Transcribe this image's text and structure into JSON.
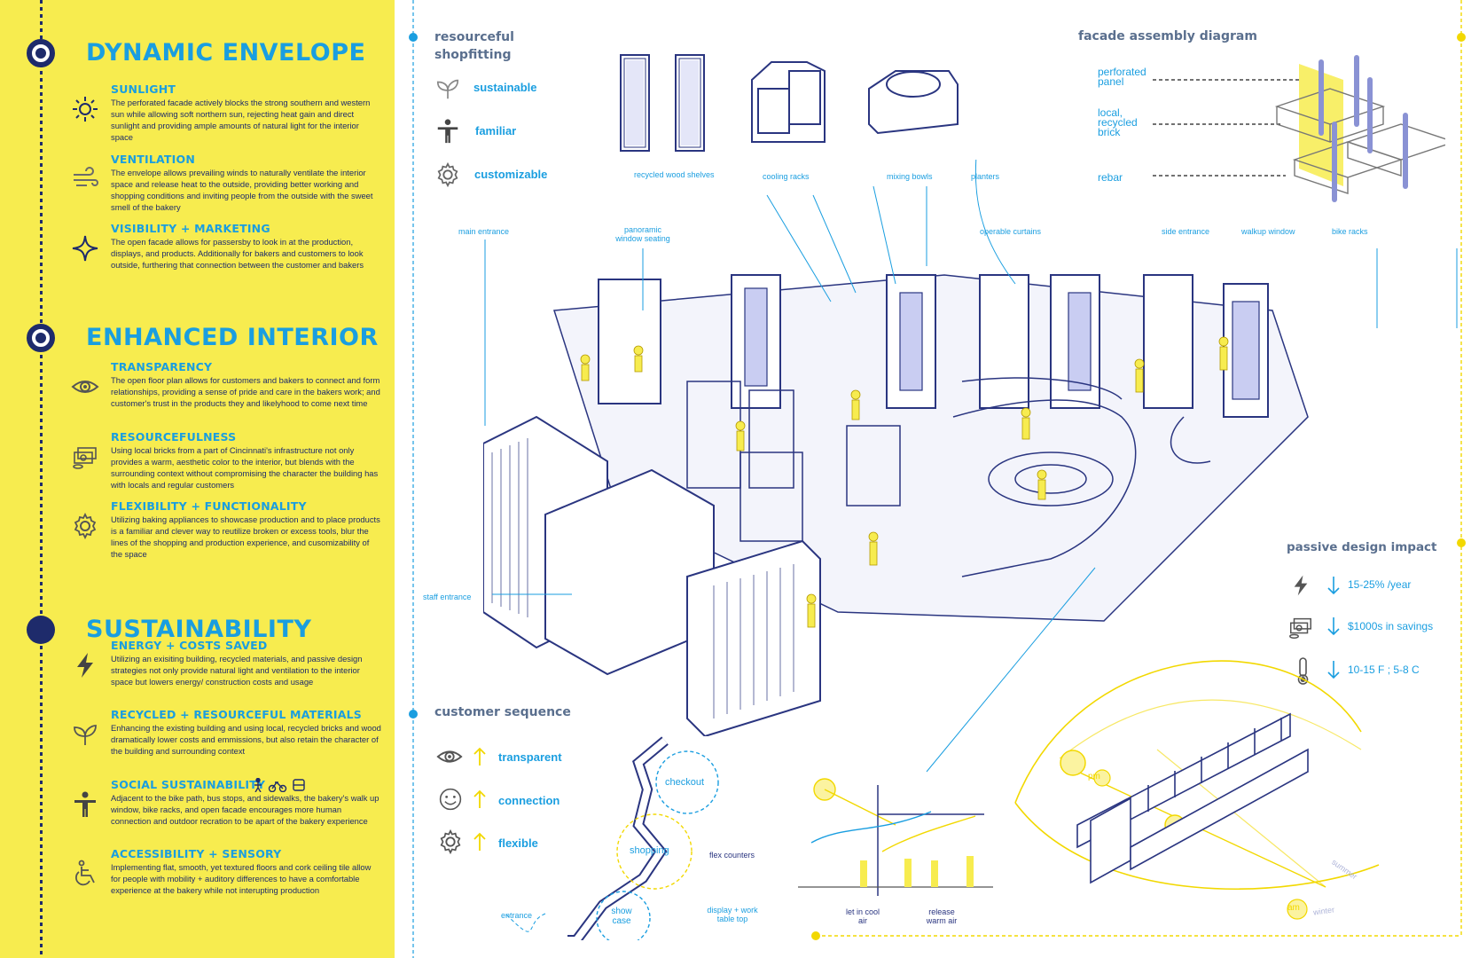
{
  "sections": [
    {
      "title": "DYNAMIC ENVELOPE",
      "items": [
        {
          "heading": "SUNLIGHT",
          "icon": "sun-icon",
          "text": "The perforated facade actively blocks the strong southern and western sun while allowing soft northern sun, rejecting heat gain and direct sunlight and providing ample amounts of natural light for the interior space"
        },
        {
          "heading": "VENTILATION",
          "icon": "wind-icon",
          "text": "The envelope allows prevailing winds to naturally ventilate the interior space and release heat to the outside, providing better working and shopping conditions and inviting people from the outside with the sweet smell of the bakery"
        },
        {
          "heading": "VISIBILITY + MARKETING",
          "icon": "sparkle-icon",
          "text": "The open facade allows for passersby to look in at the production, displays, and products. Additionally for bakers and customers to look outside, furthering that connection between the customer and bakers"
        }
      ]
    },
    {
      "title": "ENHANCED INTERIOR",
      "items": [
        {
          "heading": "TRANSPARENCY",
          "icon": "eye-icon",
          "text": "The open floor plan allows for customers and bakers to connect and form relationships, providing a sense of pride and care in the bakers work; and customer's trust in the products they and likelyhood to come next time"
        },
        {
          "heading": "RESOURCEFULNESS",
          "icon": "money-icon",
          "text": "Using local bricks from a part of Cincinnati's infrastructure not only provides a warm, aesthetic color to the interior, but blends with the surrounding context without compromising the character the building has with locals and regular customers"
        },
        {
          "heading": "FLEXIBILITY + FUNCTIONALITY",
          "icon": "gear-icon",
          "text": "Utilizing baking appliances to showcase production and to place products is a familiar and clever way to reutilize broken or excess tools, blur the lines of the shopping and production experience, and cusomizability of the space"
        }
      ]
    },
    {
      "title": "SUSTAINABILITY",
      "items": [
        {
          "heading": "ENERGY + COSTS SAVED",
          "icon": "bolt-icon",
          "text": "Utilizing an exisiting building, recycled materials, and passive design strategies not only provide natural light and ventilation to the interior space but lowers energy/ construction costs and usage"
        },
        {
          "heading": "RECYCLED + RESOURCEFUL MATERIALS",
          "icon": "leaf-icon",
          "text": "Enhancing the existing building and using local, recycled bricks and wood dramatically lower costs and emmissions, but also retain the character of the building and surrounding context"
        },
        {
          "heading": "SOCIAL SUSTAINABILITY",
          "icon": "person-icon",
          "text": "Adjacent to the bike path, bus stops, and sidewalks, the bakery's walk up window, bike racks, and open facade encourages more human connection and outdoor recration to be apart of the bakery experience"
        },
        {
          "heading": "ACCESSIBILITY + SENSORY",
          "icon": "wheelchair-icon",
          "text": "Implementing flat, smooth, yet textured floors and cork ceiling tile allow for people with mobility + auditory differences to have a comfortable experience at the bakery while not interupting production"
        }
      ]
    }
  ],
  "shopfitting": {
    "title": "resourceful shopfitting",
    "items": [
      "sustainable",
      "familiar",
      "customizable"
    ]
  },
  "fixtures": [
    "recycled wood shelves",
    "cooling racks",
    "mixing bowls",
    "planters"
  ],
  "plan_labels": {
    "main_entrance": "main entrance",
    "panoramic": "panoramic window seating",
    "curtains": "operable curtains",
    "side_entrance": "side entrance",
    "walkup": "walkup window",
    "bike": "bike racks",
    "staff": "staff entrance"
  },
  "facade": {
    "title": "facade assembly diagram",
    "perforated": "perforated panel",
    "brick": "local, recycled brick",
    "rebar": "rebar"
  },
  "passive": {
    "title": "passive design impact",
    "rows": [
      "15-25% /year",
      "$1000s in savings",
      "10-15 F ; 5-8 C"
    ]
  },
  "sequence": {
    "title": "customer sequence",
    "items": [
      "transparent",
      "connection",
      "flexible"
    ],
    "checkout": "checkout",
    "shopping": "shopping",
    "showcase": "show case",
    "entrance": "entrance",
    "flex": "flex counters",
    "display": "display + work table top"
  },
  "vent": {
    "in": "let in cool air",
    "out": "release warm air"
  },
  "sun": {
    "pm": "pm",
    "am": "am",
    "summer": "summer",
    "winter": "winter"
  }
}
